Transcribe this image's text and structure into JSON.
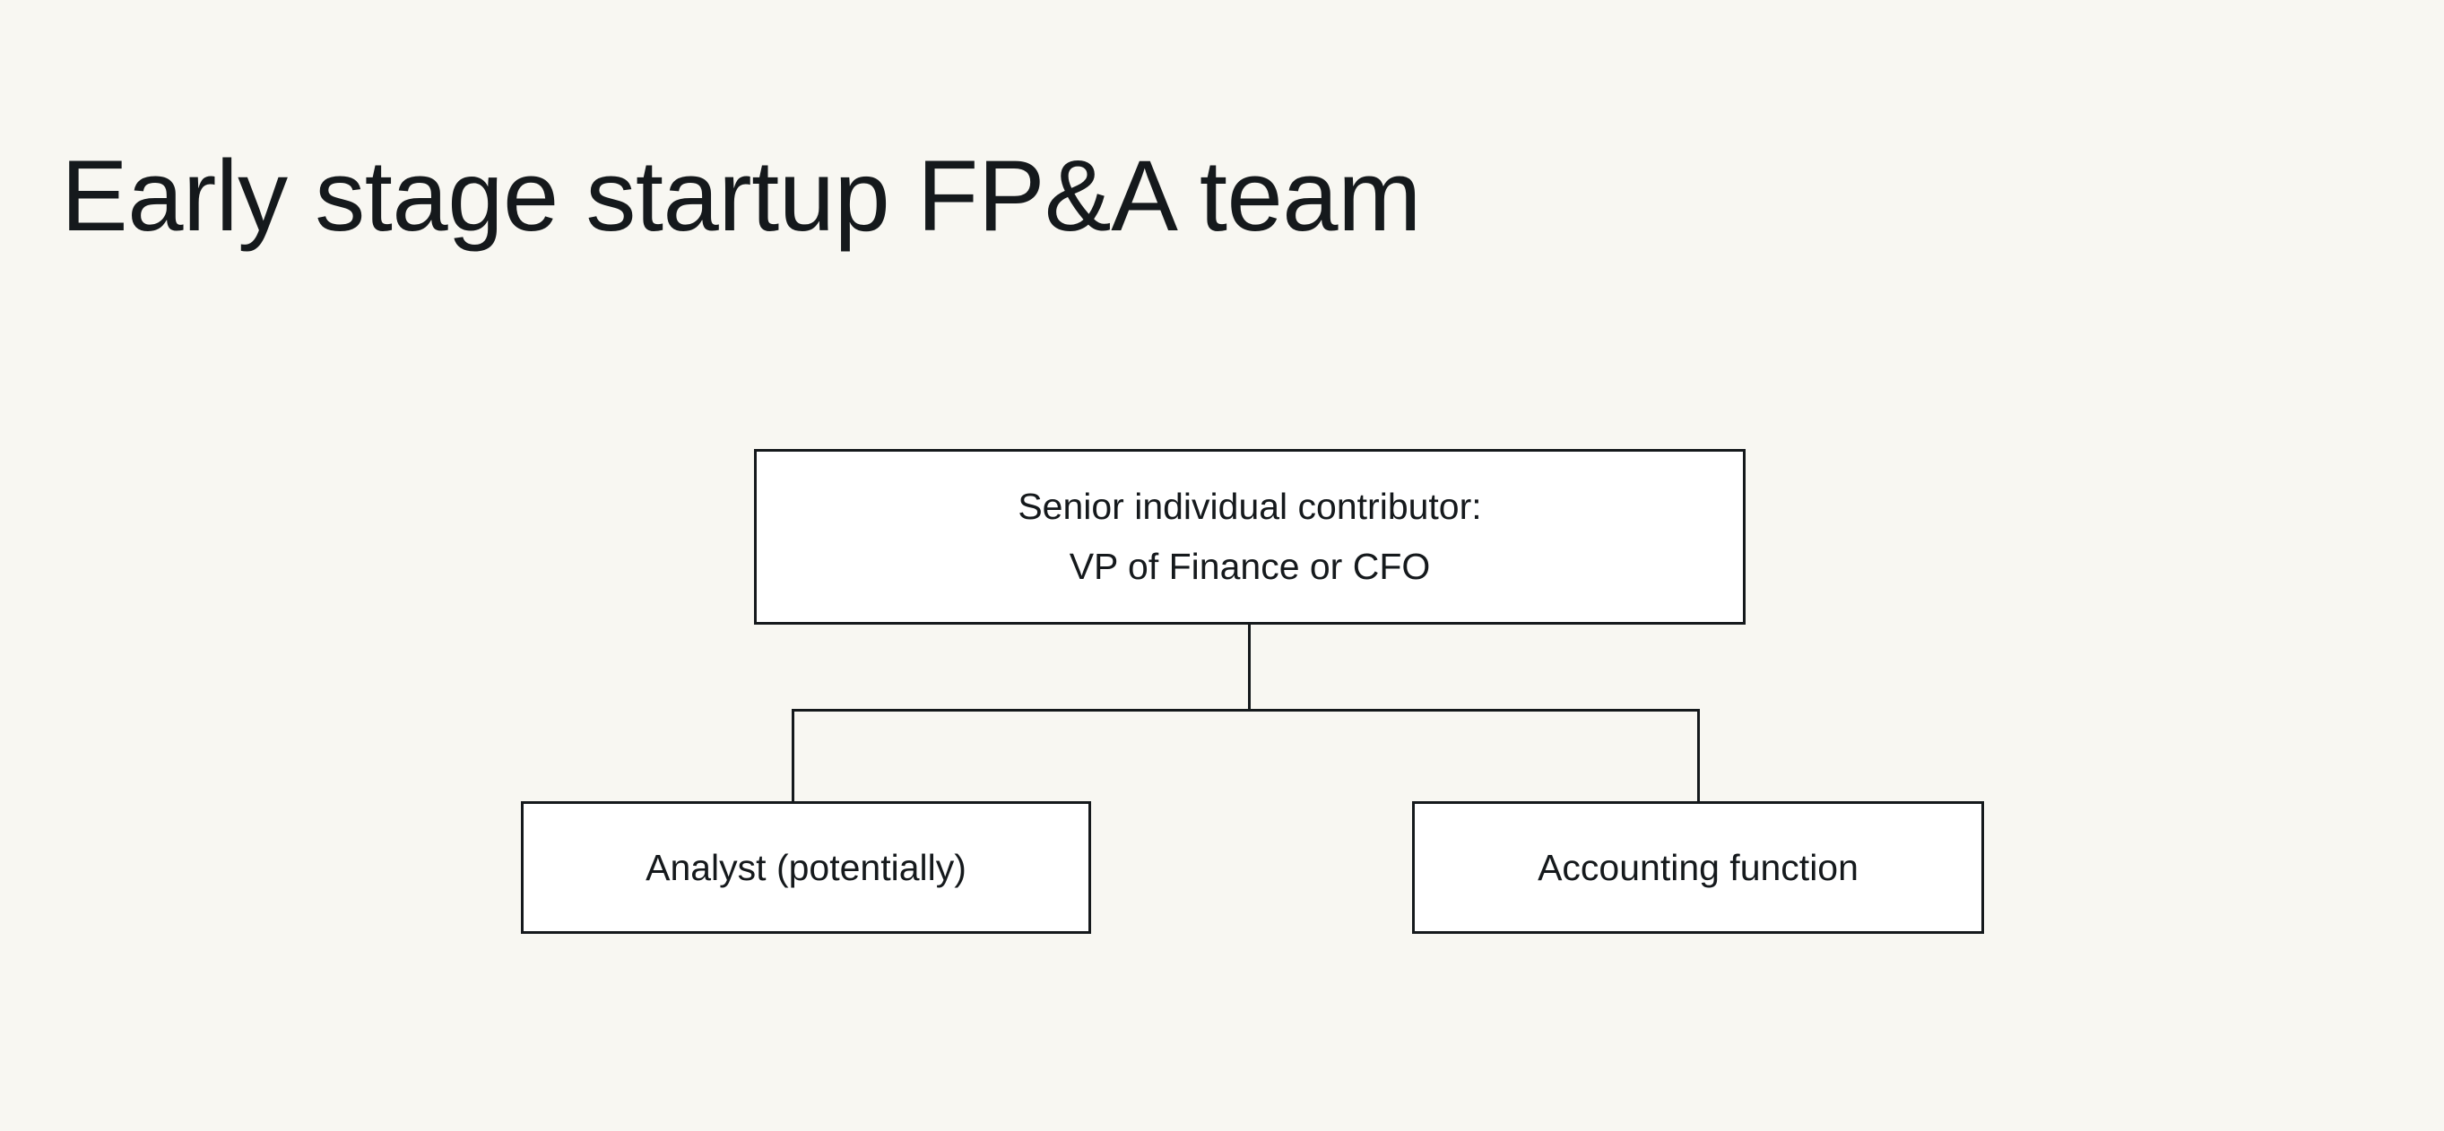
{
  "slide": {
    "title": "Early stage startup FP&A team",
    "background_color": "#f8f7f2",
    "text_color": "#15191c"
  },
  "chart_data": {
    "type": "diagram",
    "diagram_type": "org-chart",
    "title": "Early stage startup FP&A team",
    "node_fill": "#ffffff",
    "node_border_color": "#15191c",
    "nodes": [
      {
        "id": "root",
        "label": "Senior individual contributor:\nVP of Finance or CFO",
        "level": 0
      },
      {
        "id": "analyst",
        "label": "Analyst (potentially)",
        "level": 1
      },
      {
        "id": "accounting",
        "label": "Accounting function",
        "level": 1
      }
    ],
    "edges": [
      {
        "from": "root",
        "to": "analyst"
      },
      {
        "from": "root",
        "to": "accounting"
      }
    ]
  }
}
